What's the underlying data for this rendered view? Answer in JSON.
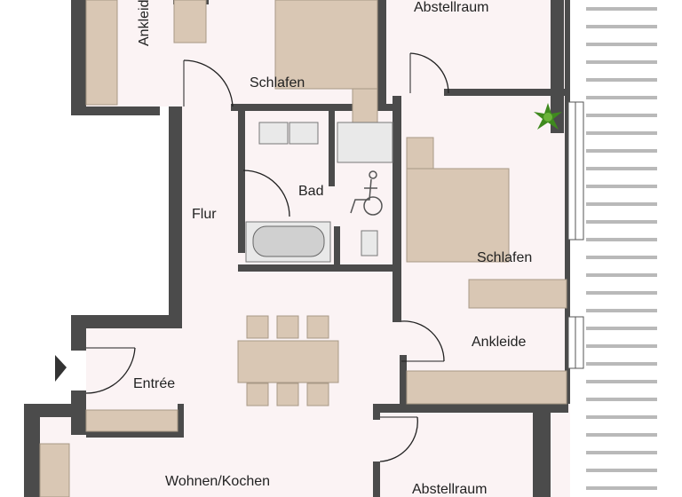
{
  "colors": {
    "wall": "#4b4b4b",
    "floor": "#fbf3f4",
    "furniture": "#d9c7b4",
    "plant": "#3f8a1e"
  },
  "rooms": {
    "ankleide_top": "Ankleide",
    "schlafen_top": "Schlafen",
    "abstellraum_top": "Abstellraum",
    "bad": "Bad",
    "flur": "Flur",
    "schlafen_right": "Schlafen",
    "ankleide_right": "Ankleide",
    "entree": "Entrée",
    "wohnen_kochen": "Wohnen/Kochen",
    "abstellraum_bottom": "Abstellraum"
  },
  "icons": [
    "wheelchair-icon",
    "plant-icon",
    "entrance-arrow-icon"
  ]
}
